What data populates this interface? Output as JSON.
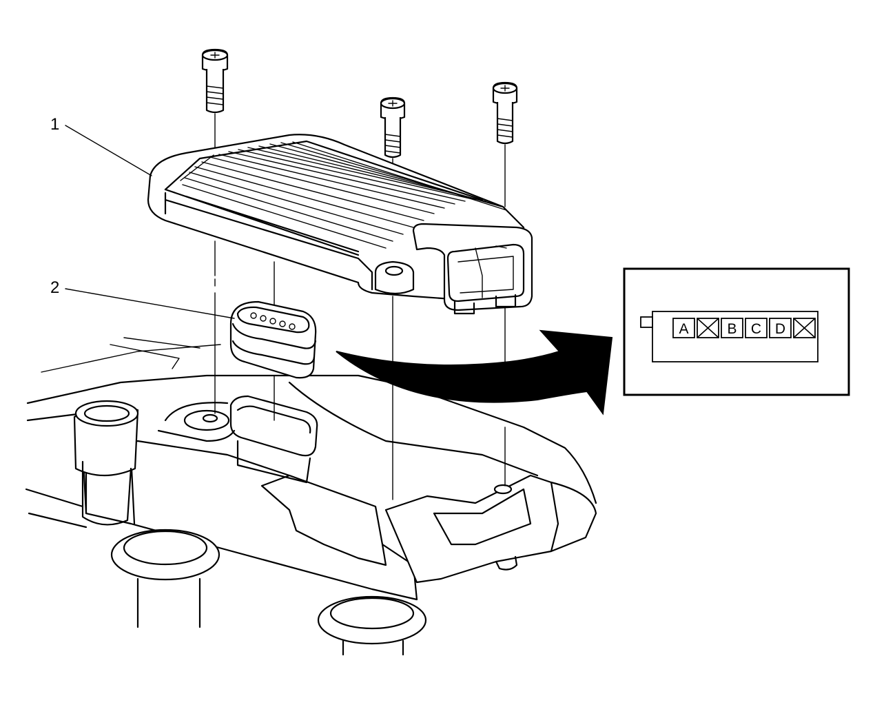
{
  "callouts": [
    {
      "id": "1",
      "text": "1",
      "target": "module"
    },
    {
      "id": "2",
      "text": "2",
      "target": "connector"
    }
  ],
  "connector_view": {
    "cavities": [
      {
        "label": "A",
        "type": "pin"
      },
      {
        "label": "",
        "type": "blocked"
      },
      {
        "label": "B",
        "type": "pin"
      },
      {
        "label": "C",
        "type": "pin"
      },
      {
        "label": "D",
        "type": "pin"
      },
      {
        "label": "",
        "type": "blocked"
      }
    ]
  },
  "colors": {
    "ink": "#000000",
    "paper": "#ffffff"
  }
}
